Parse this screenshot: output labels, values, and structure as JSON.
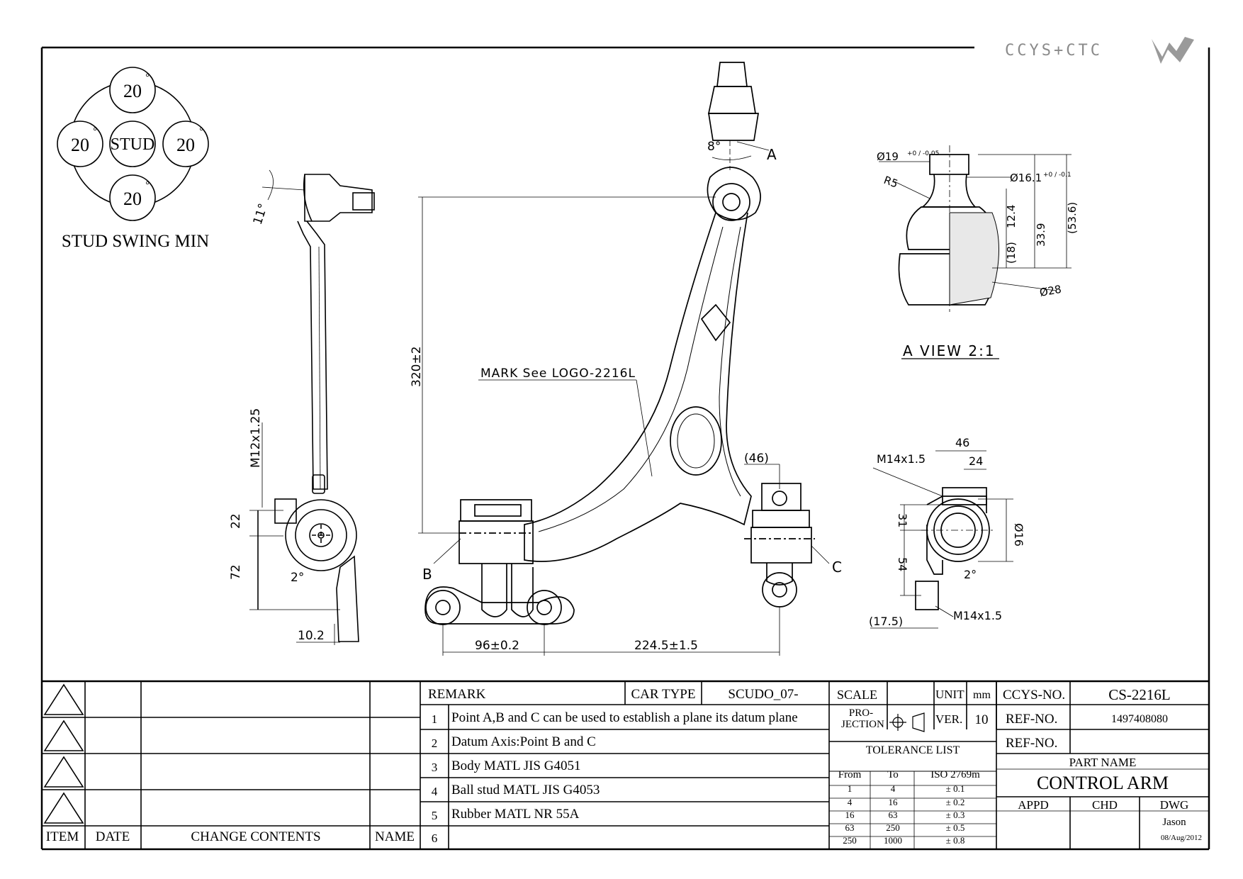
{
  "logo": {
    "text": "CCYS+CTC"
  },
  "swing": {
    "top": "20",
    "left": "20",
    "right": "20",
    "bottom": "20",
    "center": "STUD",
    "degree": "°",
    "caption": "STUD SWING MIN"
  },
  "side_view": {
    "angle_top": "11°",
    "thread": "M12x1.25",
    "dim_22": "22",
    "dim_72": "72",
    "angle_2": "2°",
    "dim_10_2": "10.2"
  },
  "main_view": {
    "angle_8": "8°",
    "point_a": "A",
    "point_b": "B",
    "point_c": "C",
    "height": "320±2",
    "mark_note": "MARK See LOGO-2216L",
    "dim_46": "(46)",
    "dim_96": "96±0.2",
    "dim_224": "224.5±1.5"
  },
  "a_view": {
    "title": "A VIEW 2:1",
    "d19": "Ø19",
    "d19_tol": "+0 / -0.05",
    "d16_1": "Ø16.1",
    "d16_1_tol": "+0 / -0.1",
    "r5": "R5",
    "d28": "Ø28",
    "h12_4": "12.4",
    "h18": "(18)",
    "h33_9": "33.9",
    "h53_6": "(53.6)"
  },
  "c_view": {
    "m14_top": "M14x1.5",
    "dim_46": "46",
    "dim_24": "24",
    "dim_31": "31",
    "dim_54": "54",
    "d16": "Ø16",
    "angle_2": "2°",
    "dim_17_5": "(17.5)",
    "m14_bottom": "M14x1.5"
  },
  "revision": {
    "headers": [
      "ITEM",
      "DATE",
      "CHANGE CONTENTS",
      "NAME"
    ]
  },
  "remark": {
    "label": "REMARK",
    "car_type_label": "CAR TYPE",
    "car_type": "SCUDO_07-",
    "items": [
      {
        "n": "1",
        "text": "Point A,B and C can be used to establish a plane its datum plane"
      },
      {
        "n": "2",
        "text": "Datum Axis:Point B and C"
      },
      {
        "n": "3",
        "text": "Body MATL JIS G4051"
      },
      {
        "n": "4",
        "text": "Ball stud MATL JIS G4053"
      },
      {
        "n": "5",
        "text": "Rubber MATL NR 55A"
      },
      {
        "n": "6",
        "text": ""
      }
    ]
  },
  "specs": {
    "scale_label": "SCALE",
    "unit_label": "UNIT",
    "unit": "mm",
    "projection_label": "PRO- JECTION",
    "ver_label": "VER.",
    "ver": "10",
    "tolerance_title": "TOLERANCE LIST",
    "tolerance_headers": [
      "From",
      "To",
      "ISO 2769m"
    ],
    "tolerance_rows": [
      [
        "1",
        "4",
        "± 0.1"
      ],
      [
        "4",
        "16",
        "± 0.2"
      ],
      [
        "16",
        "63",
        "± 0.3"
      ],
      [
        "63",
        "250",
        "± 0.5"
      ],
      [
        "250",
        "1000",
        "± 0.8"
      ]
    ]
  },
  "part": {
    "ccys_label": "CCYS-NO.",
    "ccys_no": "CS-2216L",
    "ref_label": "REF-NO.",
    "ref_no": "1497408080",
    "ref2_label": "REF-NO.",
    "ref2_no": "",
    "part_name_label": "PART NAME",
    "part_name": "CONTROL ARM",
    "appd": "APPD",
    "chd": "CHD",
    "dwg": "DWG",
    "drawer": "Jason",
    "date": "08/Aug/2012"
  }
}
